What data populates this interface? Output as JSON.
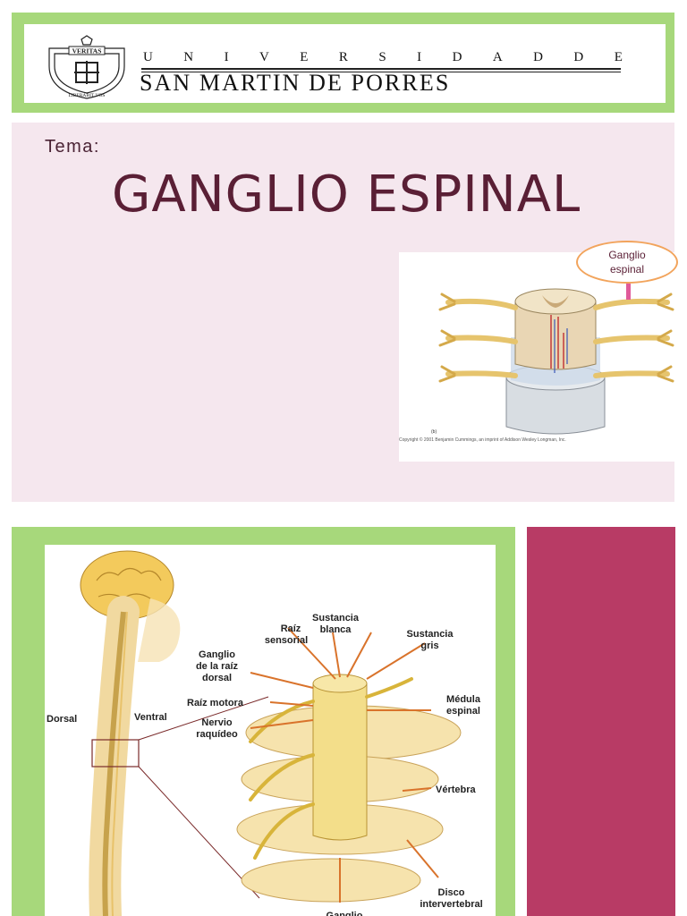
{
  "header": {
    "university_top_letters": [
      "U",
      "N",
      "I",
      "V",
      "E",
      "R",
      "S",
      "I",
      "D",
      "A",
      "D",
      "D",
      "E"
    ],
    "university_name": "SAN MARTIN DE PORRES",
    "logo": {
      "icon": "university-seal-icon",
      "motto_top": "VERITAS",
      "motto_bottom": "LIBERABIT VOS"
    }
  },
  "title_slide": {
    "topic_label": "Tema:",
    "title": "GANGLIO ESPINAL",
    "figure": {
      "callout_line1": "Ganglio",
      "callout_line2": "espinal",
      "panel_letter": "(b)",
      "caption": "Copyright © 2001 Benjamin Cummings, an imprint of Addison Wesley Longman, Inc."
    }
  },
  "anatomy_slide": {
    "labels": {
      "dorsal": "Dorsal",
      "ventral": "Ventral",
      "raiz_sensorial_1": "Raíz",
      "raiz_sensorial_2": "sensorial",
      "sustancia_blanca_1": "Sustancia",
      "sustancia_blanca_2": "blanca",
      "sustancia_gris_1": "Sustancia",
      "sustancia_gris_2": "gris",
      "ganglio_1": "Ganglio",
      "ganglio_2": "de la raíz",
      "ganglio_3": "dorsal",
      "raiz_motora": "Raíz motora",
      "nervio_1": "Nervio",
      "nervio_2": "raquídeo",
      "medula_1": "Médula",
      "medula_2": "espinal",
      "vertebra": "Vértebra",
      "disco_1": "Disco",
      "disco_2": "intervertebral",
      "bottom_cut": "Ganglio"
    }
  },
  "colors": {
    "green_frame": "#a7d87b",
    "title_panel": "#f5e7ee",
    "title_text": "#5a1f35",
    "accent_block": "#b83b65",
    "arrow": "#d9732b"
  }
}
